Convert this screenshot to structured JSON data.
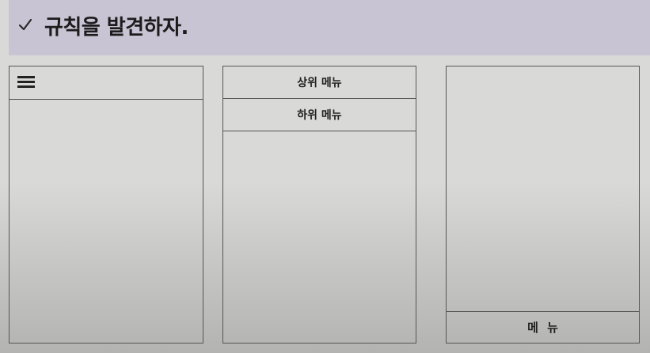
{
  "slide": {
    "title": "규칙을 발견하자.",
    "bullet_icon": "check-icon"
  },
  "panels": {
    "left": {
      "menu_icon": "hamburger-icon"
    },
    "middle": {
      "top_menu_label": "상위 메뉴",
      "sub_menu_label": "하위 메뉴"
    },
    "right": {
      "bottom_menu_label": "메 뉴"
    }
  },
  "colors": {
    "title_band": "#c9c4d3",
    "panel_border": "#555555",
    "background": "#d9dad8"
  }
}
